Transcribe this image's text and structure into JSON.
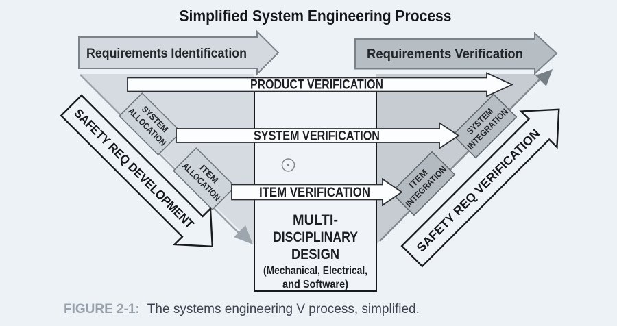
{
  "title": "Simplified System Engineering Process",
  "top_arrows": {
    "identification": "Requirements Identification",
    "verification": "Requirements Verification"
  },
  "bars": {
    "product": "PRODUCT VERIFICATION",
    "system": "SYSTEM VERIFICATION",
    "item": "ITEM VERIFICATION"
  },
  "diamonds": {
    "system_allocation": {
      "line1": "SYSTEM",
      "line2": "ALLOCATION"
    },
    "item_allocation": {
      "line1": "ITEM",
      "line2": "ALLOCATION"
    },
    "system_integration": {
      "line1": "SYSTEM",
      "line2": "INTEGRATION"
    },
    "item_integration": {
      "line1": "ITEM",
      "line2": "INTEGRATION"
    }
  },
  "safety": {
    "development": "SAFETY REQ DEVELOPMENT",
    "verification": "SAFETY REQ VERIFICATION"
  },
  "center_box": {
    "line1": "MULTI-",
    "line2": "DISCIPLINARY",
    "line3": "DESIGN",
    "line4": "(Mechanical, Electrical,",
    "line5": "and Software)"
  },
  "caption": {
    "label": "FIGURE 2-1:",
    "text": "The systems engineering V process, simplified."
  },
  "colors": {
    "background": "#edf2f6",
    "band_left_fill": "#d5dbe1",
    "band_left_edge": "#9aa2a9",
    "band_right_fill": "#c6ccd2",
    "band_right_edge": "#82898f",
    "band_tip_arrow": "#767e86",
    "req_identification_fill": "#d3d9de",
    "req_verification_fill": "#b6bdc3",
    "req_arrow_stroke": "#7b838a",
    "bar_fill": "#fcfdfe",
    "bar_stroke": "#2b2f34",
    "allocation_fill": "#ced5da",
    "allocation_stroke": "#6f767d",
    "integration_fill": "#b7bec4",
    "integration_stroke": "#5f666d",
    "center_box_fill": "#f0f4f8",
    "center_box_stroke": "#17191c",
    "safety_arrow_fill": "#eef3f7",
    "safety_arrow_stroke": "#191c1f",
    "title_color": "#15181b",
    "caption_label_color": "#98a0aa",
    "caption_text_color": "#3d4450"
  }
}
